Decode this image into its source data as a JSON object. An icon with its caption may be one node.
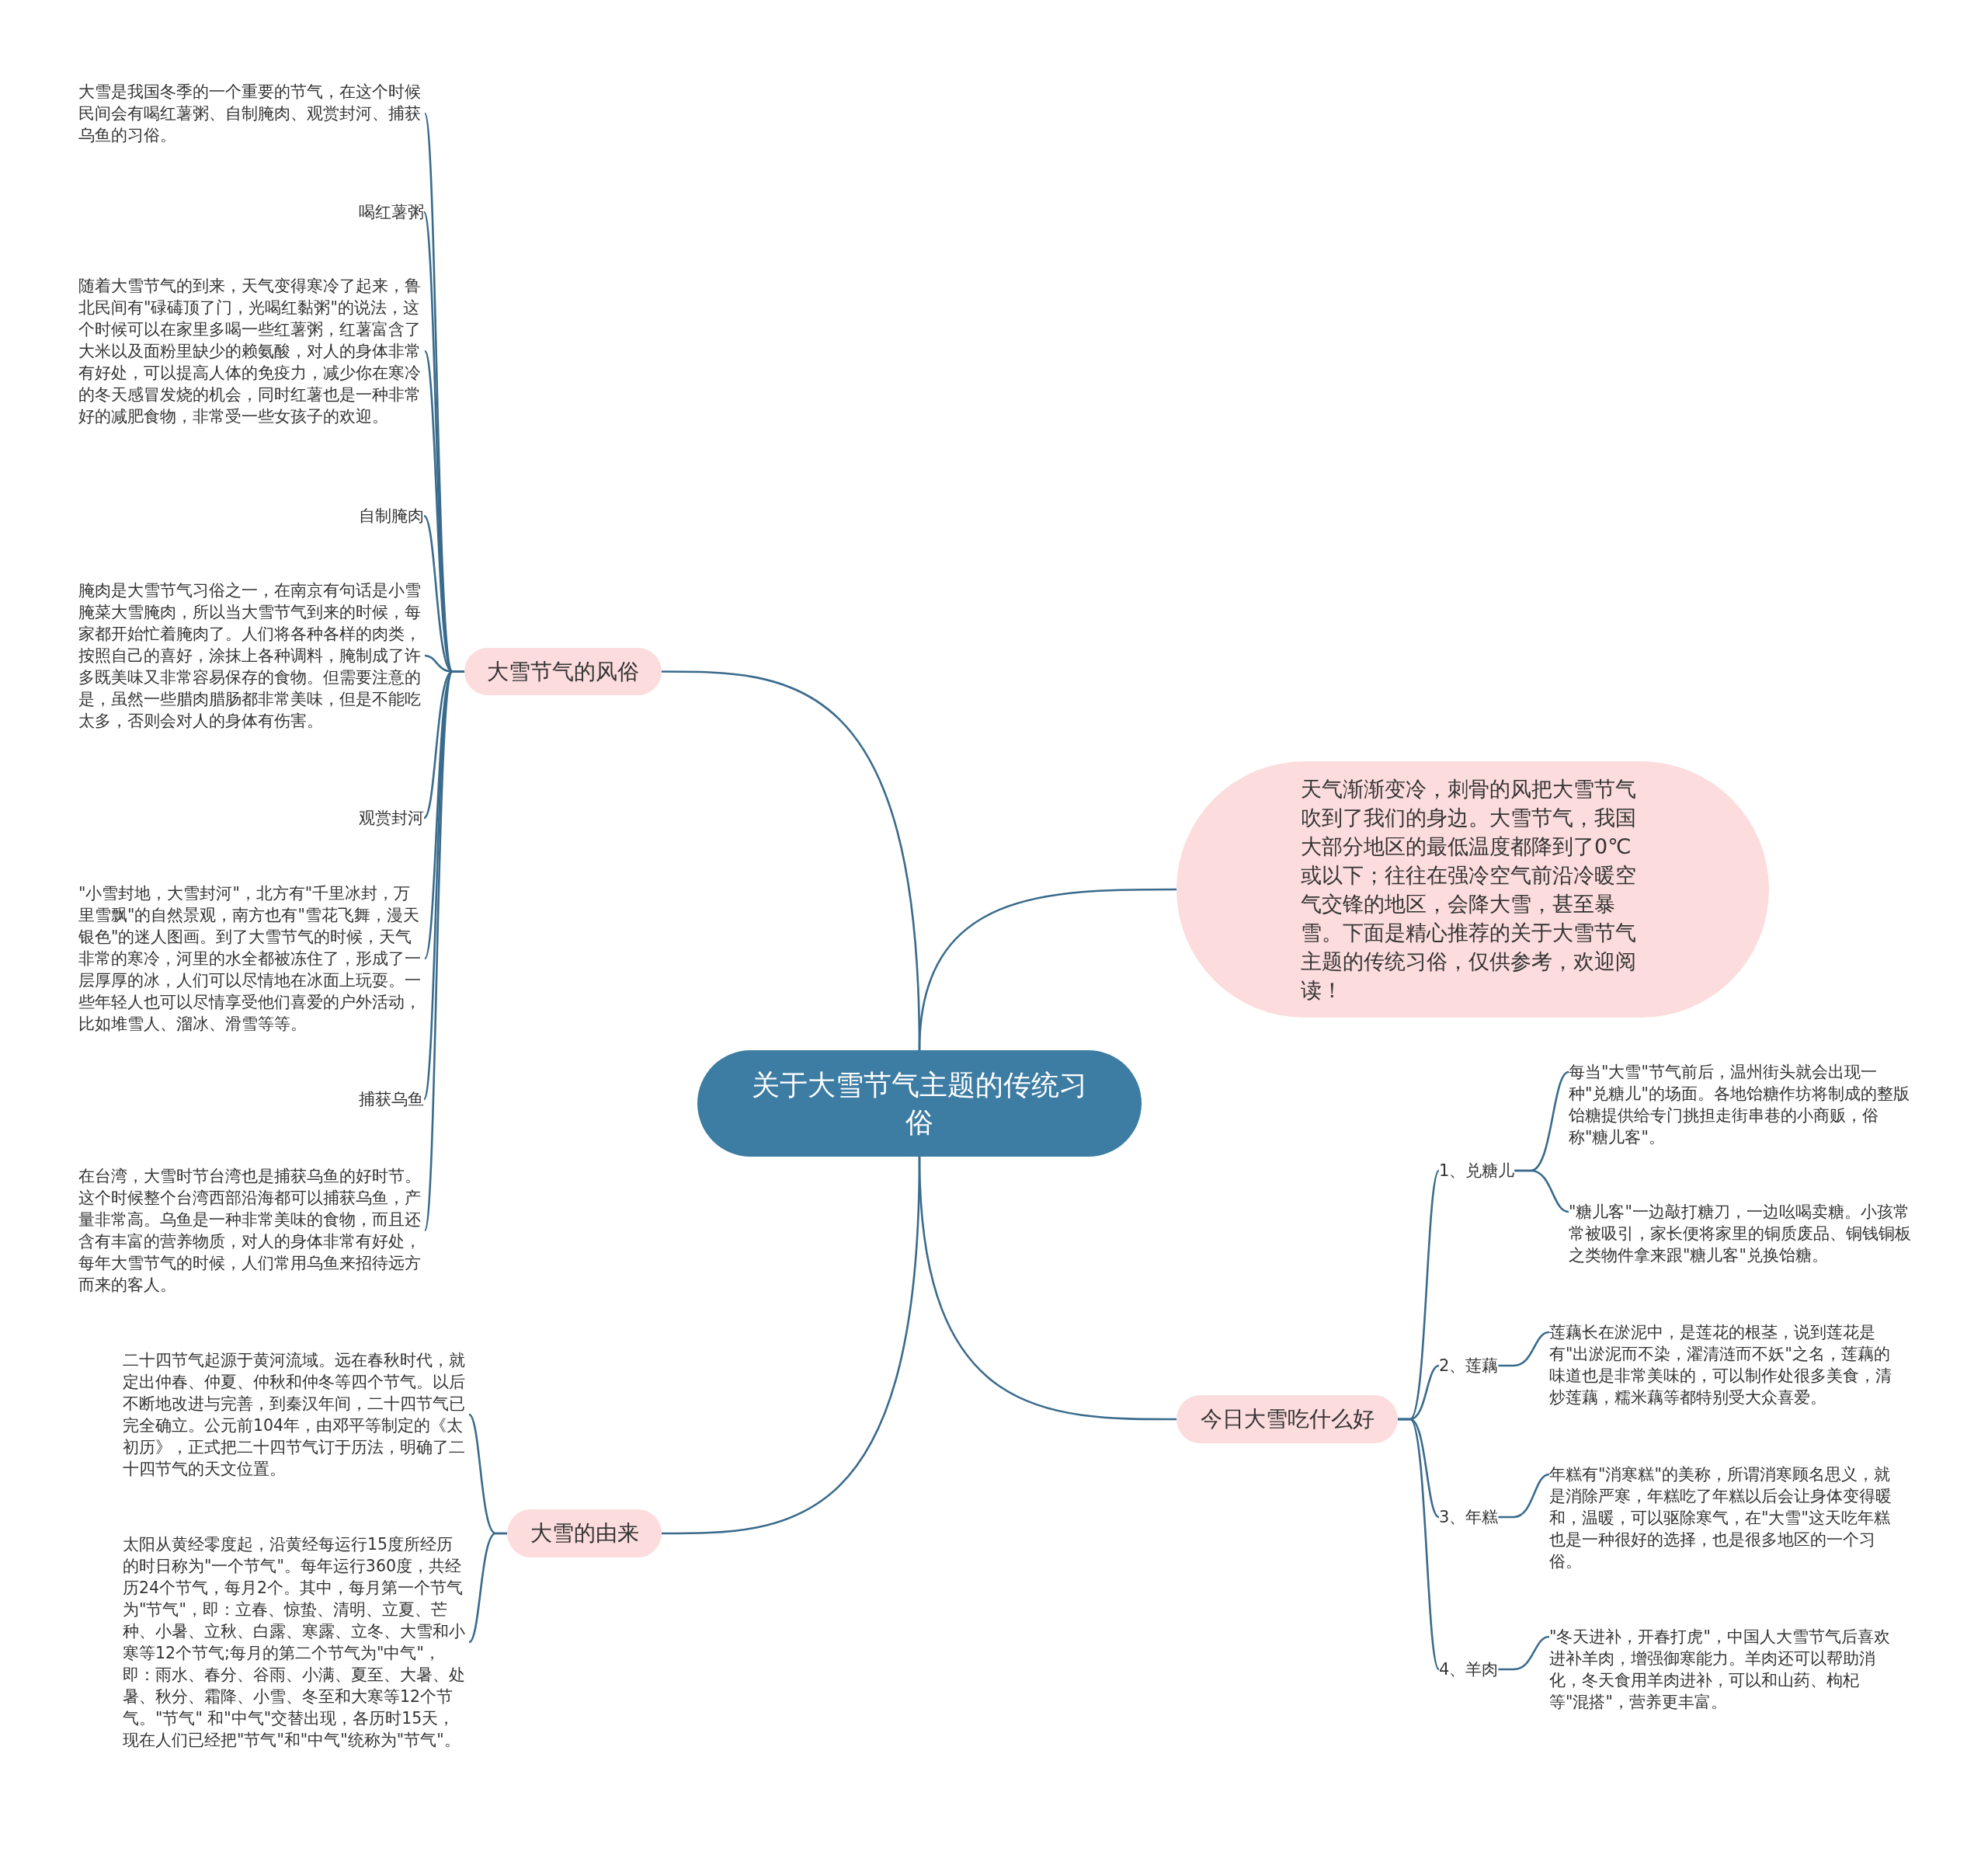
{
  "diagram": {
    "nodes": [
      {
        "text": [
          "关于大雪节气主题的传统习俗"
        ]
      },
      {
        "text": [
          "大雪节气的风俗"
        ]
      },
      {
        "text": [
          "天气渐渐变冷，刺骨的风把大雪节气吹到了我们的身边。大雪节气，我国大部分地区的最低温度都降到了0℃或以下；往往在强冷空气前沿冷暖空气交锋的地区，会降大雪，甚至暴雪。下面是精心推荐的关于大雪节气主题的传统习俗，仅供参考，欢迎阅读！"
        ]
      },
      {
        "text": [
          "大雪的由来"
        ]
      },
      {
        "text": [
          "今日大雪吃什么好"
        ]
      },
      {
        "text": [
          "大雪是我国冬季的一个重要的节气，在这个时候民间会有喝红薯粥、自制腌肉、观赏封河、捕获乌鱼的习俗。"
        ]
      },
      {
        "text": [
          "喝红薯粥"
        ]
      },
      {
        "text": [
          "随着大雪节气的到来，天气变得寒冷了起来，鲁北民间有\"碌碡顶了门，光喝红黏粥\"的说法，这个时候可以在家里多喝一些红薯粥，红薯富含了大米以及面粉里缺少的赖氨酸，对人的身体非常有好处，可以提高人体的免疫力，减少你在寒冷的冬天感冒发烧的机会，同时红薯也是一种非常好的减肥食物，非常受一些女孩子的欢迎。"
        ]
      },
      {
        "text": [
          "自制腌肉"
        ]
      },
      {
        "text": [
          "腌肉是大雪节气习俗之一，在南京有句话是小雪腌菜大雪腌肉，所以当大雪节气到来的时候，每家都开始忙着腌肉了。人们将各种各样的肉类，按照自己的喜好，涂抹上各种调料，腌制成了许多既美味又非常容易保存的食物。但需要注意的是，虽然一些腊肉腊肠都非常美味，但是不能吃太多，否则会对人的身体有伤害。"
        ]
      },
      {
        "text": [
          "观赏封河"
        ]
      },
      {
        "text": [
          "\"小雪封地，大雪封河\"，北方有\"千里冰封，万里雪飘\"的自然景观，南方也有\"雪花飞舞，漫天银色\"的迷人图画。到了大雪节气的时候，天气非常的寒冷，河里的水全都被冻住了，形成了一层厚厚的冰，人们可以尽情地在冰面上玩耍。一些年轻人也可以尽情享受他们喜爱的户外活动，比如堆雪人、溜冰、滑雪等等。"
        ]
      },
      {
        "text": [
          "捕获乌鱼"
        ]
      },
      {
        "text": [
          "在台湾，大雪时节台湾也是捕获乌鱼的好时节。这个时候整个台湾西部沿海都可以捕获乌鱼，产量非常高。乌鱼是一种非常美味的食物，而且还含有丰富的营养物质，对人的身体非常有好处，每年大雪节气的时候，人们常用乌鱼来招待远方而来的客人。"
        ]
      },
      {
        "text": [
          "二十四节气起源于黄河流域。远在春秋时代，就定出仲春、仲夏、仲秋和仲冬等四个节气。以后不断地改进与完善，到秦汉年间，二十四节气已完全确立。公元前104年，由邓平等制定的《太初历》，正式把二十四节气订于历法，明确了二十四节气的天文位置。"
        ]
      },
      {
        "text": [
          "太阳从黄经零度起，沿黄经每运行15度所经历的时日称为\"一个节气\"。每年运行360度，共经历24个节气，每月2个。其中，每月第一个节气为\"节气\"，即：立春、惊蛰、清明、立夏、芒种、小暑、立秋、白露、寒露、立冬、大雪和小寒等12个节气;每月的第二个节气为\"中气\"，即：雨水、春分、谷雨、小满、夏至、大暑、处暑、秋分、霜降、小雪、冬至和大寒等12个节气。\"节气\" 和\"中气\"交替出现，各历时15天，现在人们已经把\"节气\"和\"中气\"统称为\"节气\"。"
        ]
      },
      {
        "text": [
          "1、兑糖儿"
        ]
      },
      {
        "text": [
          "2、莲藕"
        ]
      },
      {
        "text": [
          "3、年糕"
        ]
      },
      {
        "text": [
          "4、羊肉"
        ]
      },
      {
        "text": [
          "每当\"大雪\"节气前后，温州街头就会出现一种\"兑糖儿\"的场面。各地饴糖作坊将制成的整版饴糖提供给专门挑担走街串巷的小商贩，俗称\"糖儿客\"。"
        ]
      },
      {
        "text": [
          "\"糖儿客\"一边敲打糖刀，一边吆喝卖糖。小孩常常被吸引，家长便将家里的铜质废品、铜钱铜板之类物件拿来跟\"糖儿客\"兑换饴糖。"
        ]
      },
      {
        "text": [
          "莲藕长在淤泥中，是莲花的根茎，说到莲花是有\"出淤泥而不染，濯清涟而不妖\"之名，莲藕的味道也是非常美味的，可以制作处很多美食，清炒莲藕，糯米藕等都特别受大众喜爱。"
        ]
      },
      {
        "text": [
          "年糕有\"消寒糕\"的美称，所谓消寒顾名思义，就是消除严寒，年糕吃了年糕以后会让身体变得暖和，温暖，可以驱除寒气，在\"大雪\"这天吃年糕也是一种很好的选择，也是很多地区的一个习俗。"
        ]
      },
      {
        "text": [
          "\"冬天进补，开春打虎\"，中国人大雪节气后喜欢进补羊肉，增强御寒能力。羊肉还可以帮助消化，冬天食用羊肉进补，可以和山药、枸杞等\"混搭\"，营养更丰富。"
        ]
      }
    ],
    "edges": [
      {
        "from": 0,
        "to": 1,
        "arrow": "none"
      },
      {
        "from": 0,
        "to": 2,
        "arrow": "none"
      },
      {
        "from": 0,
        "to": 3,
        "arrow": "none"
      },
      {
        "from": 0,
        "to": 4,
        "arrow": "none"
      },
      {
        "from": 1,
        "to": 5,
        "arrow": "none"
      },
      {
        "from": 1,
        "to": 6,
        "arrow": "none"
      },
      {
        "from": 1,
        "to": 7,
        "arrow": "none"
      },
      {
        "from": 1,
        "to": 8,
        "arrow": "none"
      },
      {
        "from": 1,
        "to": 9,
        "arrow": "none"
      },
      {
        "from": 1,
        "to": 10,
        "arrow": "none"
      },
      {
        "from": 1,
        "to": 11,
        "arrow": "none"
      },
      {
        "from": 1,
        "to": 12,
        "arrow": "none"
      },
      {
        "from": 1,
        "to": 13,
        "arrow": "none"
      },
      {
        "from": 3,
        "to": 14,
        "arrow": "none"
      },
      {
        "from": 3,
        "to": 15,
        "arrow": "none"
      },
      {
        "from": 4,
        "to": 16,
        "arrow": "none"
      },
      {
        "from": 4,
        "to": 17,
        "arrow": "none"
      },
      {
        "from": 4,
        "to": 18,
        "arrow": "none"
      },
      {
        "from": 4,
        "to": 19,
        "arrow": "none"
      },
      {
        "from": 16,
        "to": 20,
        "arrow": "none"
      },
      {
        "from": 16,
        "to": 21,
        "arrow": "none"
      },
      {
        "from": 17,
        "to": 22,
        "arrow": "none"
      },
      {
        "from": 18,
        "to": 23,
        "arrow": "none"
      },
      {
        "from": 19,
        "to": 24,
        "arrow": "none"
      }
    ]
  }
}
